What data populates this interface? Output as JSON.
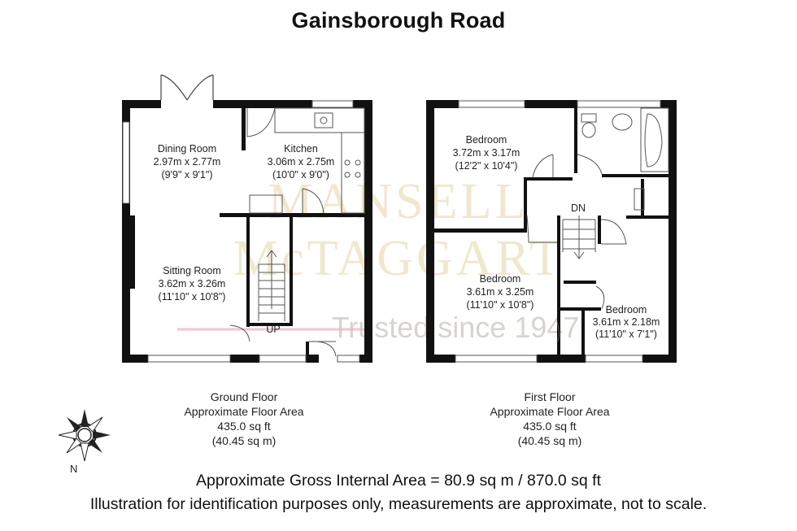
{
  "title": "Gainsborough Road",
  "watermark": {
    "brand_line1": "MANSELL",
    "brand_line2": "McTAGGART",
    "tagline": "Trusted since 1947",
    "brand_color": "#e9d8ad",
    "accent_color": "#f2c6cf"
  },
  "ground_floor": {
    "rooms": [
      {
        "name": "Dining Room",
        "metric": "2.97m x 2.77m",
        "imperial": "(9'9\" x 9'1\")"
      },
      {
        "name": "Kitchen",
        "metric": "3.06m x 2.75m",
        "imperial": "(10'0\" x 9'0\")"
      },
      {
        "name": "Sitting Room",
        "metric": "3.62m x 3.26m",
        "imperial": "(11'10\" x 10'8\")"
      }
    ],
    "stair_label": "UP",
    "summary": {
      "floor": "Ground Floor",
      "label": "Approximate Floor Area",
      "sqft": "435.0 sq ft",
      "sqm": "(40.45 sq m)"
    }
  },
  "first_floor": {
    "rooms": [
      {
        "name": "Bedroom",
        "metric": "3.72m x 3.17m",
        "imperial": "(12'2\" x 10'4\")"
      },
      {
        "name": "Bedroom",
        "metric": "3.61m x 3.25m",
        "imperial": "(11'10\" x 10'8\")"
      },
      {
        "name": "Bedroom",
        "metric": "3.61m x 2.18m",
        "imperial": "(11'10\" x 7'1\")"
      }
    ],
    "stair_label": "DN",
    "summary": {
      "floor": "First Floor",
      "label": "Approximate Floor Area",
      "sqft": "435.0 sq ft",
      "sqm": "(40.45 sq m)"
    }
  },
  "compass": {
    "label": "N",
    "icon": "compass-rose-icon"
  },
  "footer": {
    "gross_area": "Approximate Gross Internal Area = 80.9 sq m / 870.0 sq ft",
    "disclaimer": "Illustration for identification purposes only, measurements are approximate, not to scale."
  },
  "colors": {
    "wall": "#111111",
    "line": "#333333"
  }
}
